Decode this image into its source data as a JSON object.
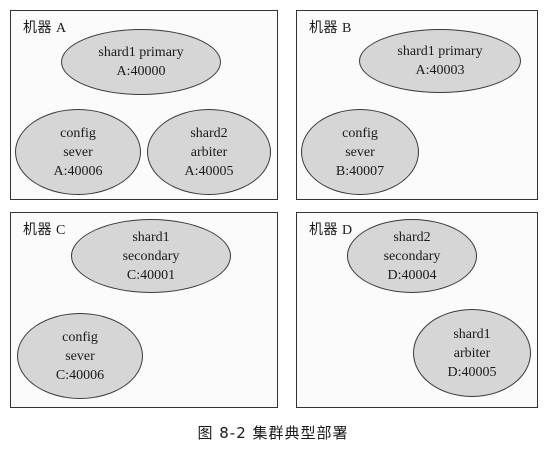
{
  "machines": {
    "a": {
      "label": "机器 A",
      "nodes": {
        "primary": [
          "shard1 primary",
          "A:40000"
        ],
        "config": [
          "config",
          "sever",
          "A:40006"
        ],
        "arbiter": [
          "shard2",
          "arbiter",
          "A:40005"
        ]
      }
    },
    "b": {
      "label": "机器 B",
      "nodes": {
        "primary": [
          "shard1 primary",
          "A:40003"
        ],
        "config": [
          "config",
          "sever",
          "B:40007"
        ]
      }
    },
    "c": {
      "label": "机器 C",
      "nodes": {
        "secondary": [
          "shard1",
          "secondary",
          "C:40001"
        ],
        "config": [
          "config",
          "sever",
          "C:40006"
        ]
      }
    },
    "d": {
      "label": "机器 D",
      "nodes": {
        "secondary": [
          "shard2",
          "secondary",
          "D:40004"
        ],
        "arbiter": [
          "shard1",
          "arbiter",
          "D:40005"
        ]
      }
    }
  },
  "caption": "图 8-2   集群典型部署"
}
